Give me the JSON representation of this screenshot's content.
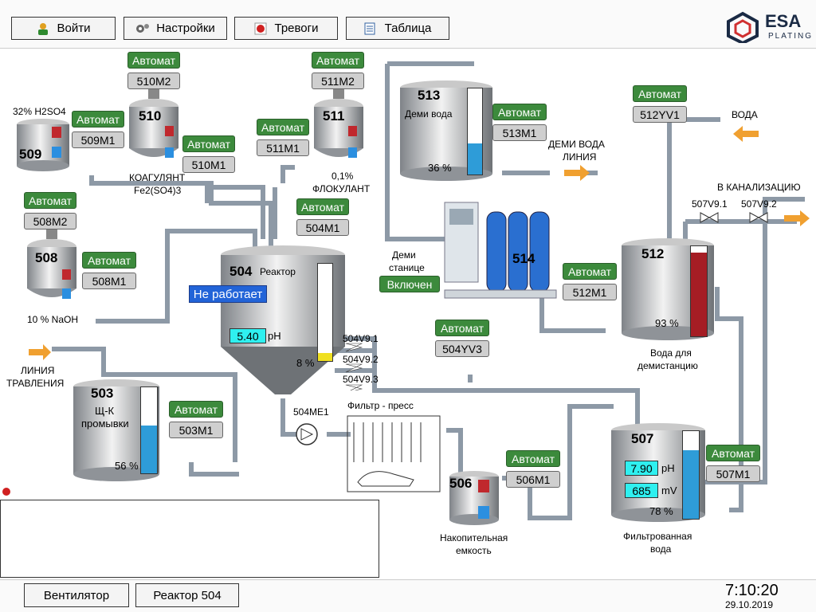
{
  "toolbar": {
    "login": "Войти",
    "settings": "Настройки",
    "alarms": "Тревоги",
    "table": "Таблица"
  },
  "logo": {
    "title": "ESA",
    "subtitle": "PLATING"
  },
  "mode_auto": "Автомат",
  "tanks": {
    "t509": {
      "num": "509",
      "label": "32% H2SO4"
    },
    "t510": {
      "num": "510",
      "label1": "КОАГУЛЯНТ",
      "label2": "Fe2(SO4)3"
    },
    "t511": {
      "num": "511",
      "label1": "0,1%",
      "label2": "ФЛОКУЛАНТ"
    },
    "t508": {
      "num": "508",
      "label": "10 % NaOH"
    },
    "t504": {
      "num": "504",
      "title": "Реактор",
      "status": "Не работает",
      "ph": "5.40",
      "ph_unit": "pH",
      "level": "8 %",
      "level_frac": 0.08
    },
    "t503": {
      "num": "503",
      "label1": "Щ-К",
      "label2": "промывки",
      "level": "56 %",
      "level_frac": 0.56
    },
    "t513": {
      "num": "513",
      "label": "Деми вода",
      "level": "36 %",
      "level_frac": 0.36
    },
    "t514": {
      "num": "514",
      "label1": "Деми",
      "label2": "станице",
      "status": "Включен"
    },
    "t512": {
      "num": "512",
      "level": "93 %",
      "level_frac": 0.93,
      "label1": "Вода для",
      "label2": "демистанцию"
    },
    "t507": {
      "num": "507",
      "ph": "7.90",
      "ph_unit": "pH",
      "mv": "685",
      "mv_unit": "mV",
      "level": "78 %",
      "level_frac": 0.78,
      "label1": "Фильтрованная",
      "label2": "вода"
    },
    "t506": {
      "num": "506",
      "label1": "Накопительная",
      "label2": "емкость"
    }
  },
  "devices": {
    "m510M2": "510M2",
    "m511M2": "511M2",
    "m509M1": "509M1",
    "m510M1": "510M1",
    "m511M1": "511M1",
    "m508M2": "508M2",
    "m508M1": "508M1",
    "m504M1": "504M1",
    "m503M1": "503M1",
    "m513M1": "513M1",
    "m512YV1": "512YV1",
    "m512M1": "512M1",
    "m504YV3": "504YV3",
    "m506M1": "506M1",
    "m507M1": "507M1"
  },
  "valves": {
    "v1": "504V9.1",
    "v2": "504V9.2",
    "v3": "504V9.3",
    "v507_1": "507V9.1",
    "v507_2": "507V9.2",
    "pump": "504ME1",
    "filter": "Фильтр - пресс"
  },
  "flows": {
    "demi_out1": "ДЕМИ ВОДА",
    "demi_out2": "ЛИНИЯ",
    "water": "ВОДА",
    "sewer": "В КАНАЛИЗАЦИЮ",
    "pickling1": "ЛИНИЯ",
    "pickling2": "ТРАВЛЕНИЯ"
  },
  "bottom": {
    "fan": "Вентилятор",
    "reactor": "Реактор 504"
  },
  "clock": {
    "time": "7:10:20",
    "date": "29.10.2019"
  },
  "colors": {
    "auto_green": "#3c8a3c",
    "tank_red": "#c0282d",
    "tank_blue": "#2b8fe0",
    "level_blue": "#2e9cd8",
    "level_red": "#a51d24",
    "level_yellow": "#f0e020",
    "status_blue": "#2264d8"
  }
}
